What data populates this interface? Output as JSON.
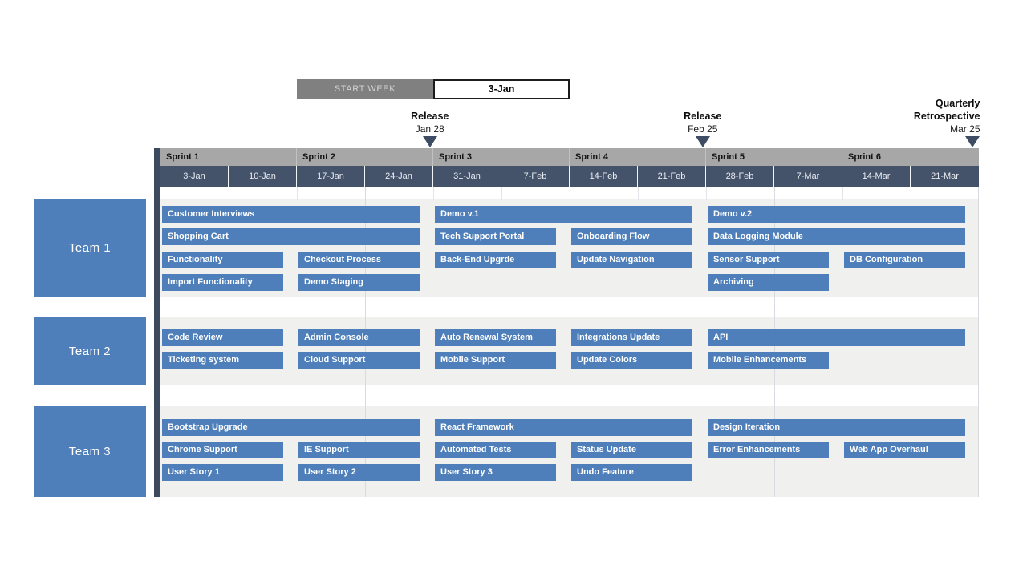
{
  "controls": {
    "start_week_label": "START WEEK",
    "start_week_value": "3-Jan"
  },
  "colors": {
    "task_bar_blue": "#4e7fba",
    "week_row_navy": "#44536a",
    "sprint_row_gray": "#a7a7a7",
    "left_edge_bar": "#3b4a5f",
    "milestone_marker": "#3e4d63",
    "swimlane_gray": "#f0f0ee",
    "start_week_gray": "#808080"
  },
  "chart_data": {
    "type": "gantt",
    "sprints": [
      "Sprint 1",
      "Sprint 2",
      "Sprint 3",
      "Sprint 4",
      "Sprint 5",
      "Sprint 6"
    ],
    "weeks": [
      "3-Jan",
      "10-Jan",
      "17-Jan",
      "24-Jan",
      "31-Jan",
      "7-Feb",
      "14-Feb",
      "21-Feb",
      "28-Feb",
      "7-Mar",
      "14-Mar",
      "21-Mar"
    ],
    "milestones": [
      {
        "title_lines": [
          "Release"
        ],
        "date": "Jan 28",
        "week": 3.95,
        "align": "center"
      },
      {
        "title_lines": [
          "Release"
        ],
        "date": "Feb 25",
        "week": 7.95,
        "align": "center"
      },
      {
        "title_lines": [
          "Quarterly",
          "Retrospective"
        ],
        "date": "Mar 25",
        "week": 11.9,
        "align": "right"
      }
    ],
    "teams": [
      {
        "name": "Team 1",
        "rows": [
          [
            {
              "label": "Customer Interviews",
              "start": 0,
              "span": 4
            },
            {
              "label": "Demo v.1",
              "start": 4,
              "span": 4
            },
            {
              "label": "Demo v.2",
              "start": 8,
              "span": 4
            }
          ],
          [
            {
              "label": "Shopping Cart",
              "start": 0,
              "span": 4
            },
            {
              "label": "Tech Support Portal",
              "start": 4,
              "span": 2
            },
            {
              "label": "Onboarding Flow",
              "start": 6,
              "span": 2
            },
            {
              "label": "Data Logging Module",
              "start": 8,
              "span": 4
            }
          ],
          [
            {
              "label": "Functionality",
              "start": 0,
              "span": 2
            },
            {
              "label": "Checkout Process",
              "start": 2,
              "span": 2
            },
            {
              "label": "Back-End Upgrde",
              "start": 4,
              "span": 2
            },
            {
              "label": "Update Navigation",
              "start": 6,
              "span": 2
            },
            {
              "label": "Sensor Support",
              "start": 8,
              "span": 2
            },
            {
              "label": "DB Configuration",
              "start": 10,
              "span": 2
            }
          ],
          [
            {
              "label": "Import Functionality",
              "start": 0,
              "span": 2
            },
            {
              "label": "Demo Staging",
              "start": 2,
              "span": 2
            },
            {
              "label": "Archiving",
              "start": 8,
              "span": 2
            }
          ]
        ]
      },
      {
        "name": "Team 2",
        "rows": [
          [
            {
              "label": "Code Review",
              "start": 0,
              "span": 2
            },
            {
              "label": "Admin Console",
              "start": 2,
              "span": 2
            },
            {
              "label": "Auto Renewal System",
              "start": 4,
              "span": 2
            },
            {
              "label": "Integrations Update",
              "start": 6,
              "span": 2
            },
            {
              "label": "API",
              "start": 8,
              "span": 4
            }
          ],
          [
            {
              "label": "Ticketing system",
              "start": 0,
              "span": 2
            },
            {
              "label": "Cloud Support",
              "start": 2,
              "span": 2
            },
            {
              "label": "Mobile Support",
              "start": 4,
              "span": 2
            },
            {
              "label": "Update Colors",
              "start": 6,
              "span": 2
            },
            {
              "label": "Mobile Enhancements",
              "start": 8,
              "span": 2
            }
          ]
        ]
      },
      {
        "name": "Team 3",
        "rows": [
          [
            {
              "label": "Bootstrap Upgrade",
              "start": 0,
              "span": 4
            },
            {
              "label": "React Framework",
              "start": 4,
              "span": 4
            },
            {
              "label": "Design Iteration",
              "start": 8,
              "span": 4
            }
          ],
          [
            {
              "label": "Chrome Support",
              "start": 0,
              "span": 2
            },
            {
              "label": "IE Support",
              "start": 2,
              "span": 2
            },
            {
              "label": "Automated Tests",
              "start": 4,
              "span": 2
            },
            {
              "label": "Status Update",
              "start": 6,
              "span": 2
            },
            {
              "label": "Error Enhancements",
              "start": 8,
              "span": 2
            },
            {
              "label": "Web App Overhaul",
              "start": 10,
              "span": 2
            }
          ],
          [
            {
              "label": "User Story 1",
              "start": 0,
              "span": 2
            },
            {
              "label": "User Story 2",
              "start": 2,
              "span": 2
            },
            {
              "label": "User Story 3",
              "start": 4,
              "span": 2
            },
            {
              "label": "Undo Feature",
              "start": 6,
              "span": 2
            }
          ]
        ]
      }
    ]
  }
}
